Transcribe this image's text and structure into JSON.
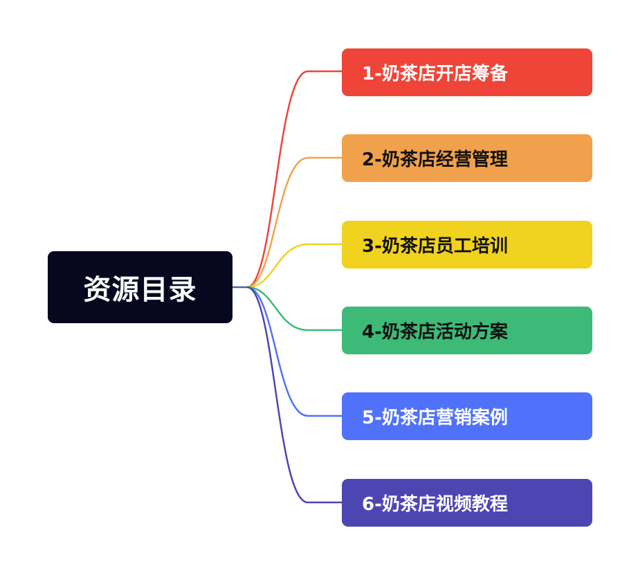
{
  "root": {
    "label": "资源目录",
    "color": "#07071f",
    "text_color": "#ffffff"
  },
  "branches": [
    {
      "label": "1-奶茶店开店筹备",
      "color": "#ef4438",
      "text_color": "#ffffff"
    },
    {
      "label": "2-奶茶店经营管理",
      "color": "#f1a14c",
      "text_color": "#111111"
    },
    {
      "label": "3-奶茶店员工培训",
      "color": "#f1d21f",
      "text_color": "#111111"
    },
    {
      "label": "4-奶茶店活动方案",
      "color": "#3dba77",
      "text_color": "#111111"
    },
    {
      "label": "5-奶茶店营销案例",
      "color": "#5072fb",
      "text_color": "#ffffff"
    },
    {
      "label": "6-奶茶店视频教程",
      "color": "#4d46b2",
      "text_color": "#ffffff"
    }
  ]
}
